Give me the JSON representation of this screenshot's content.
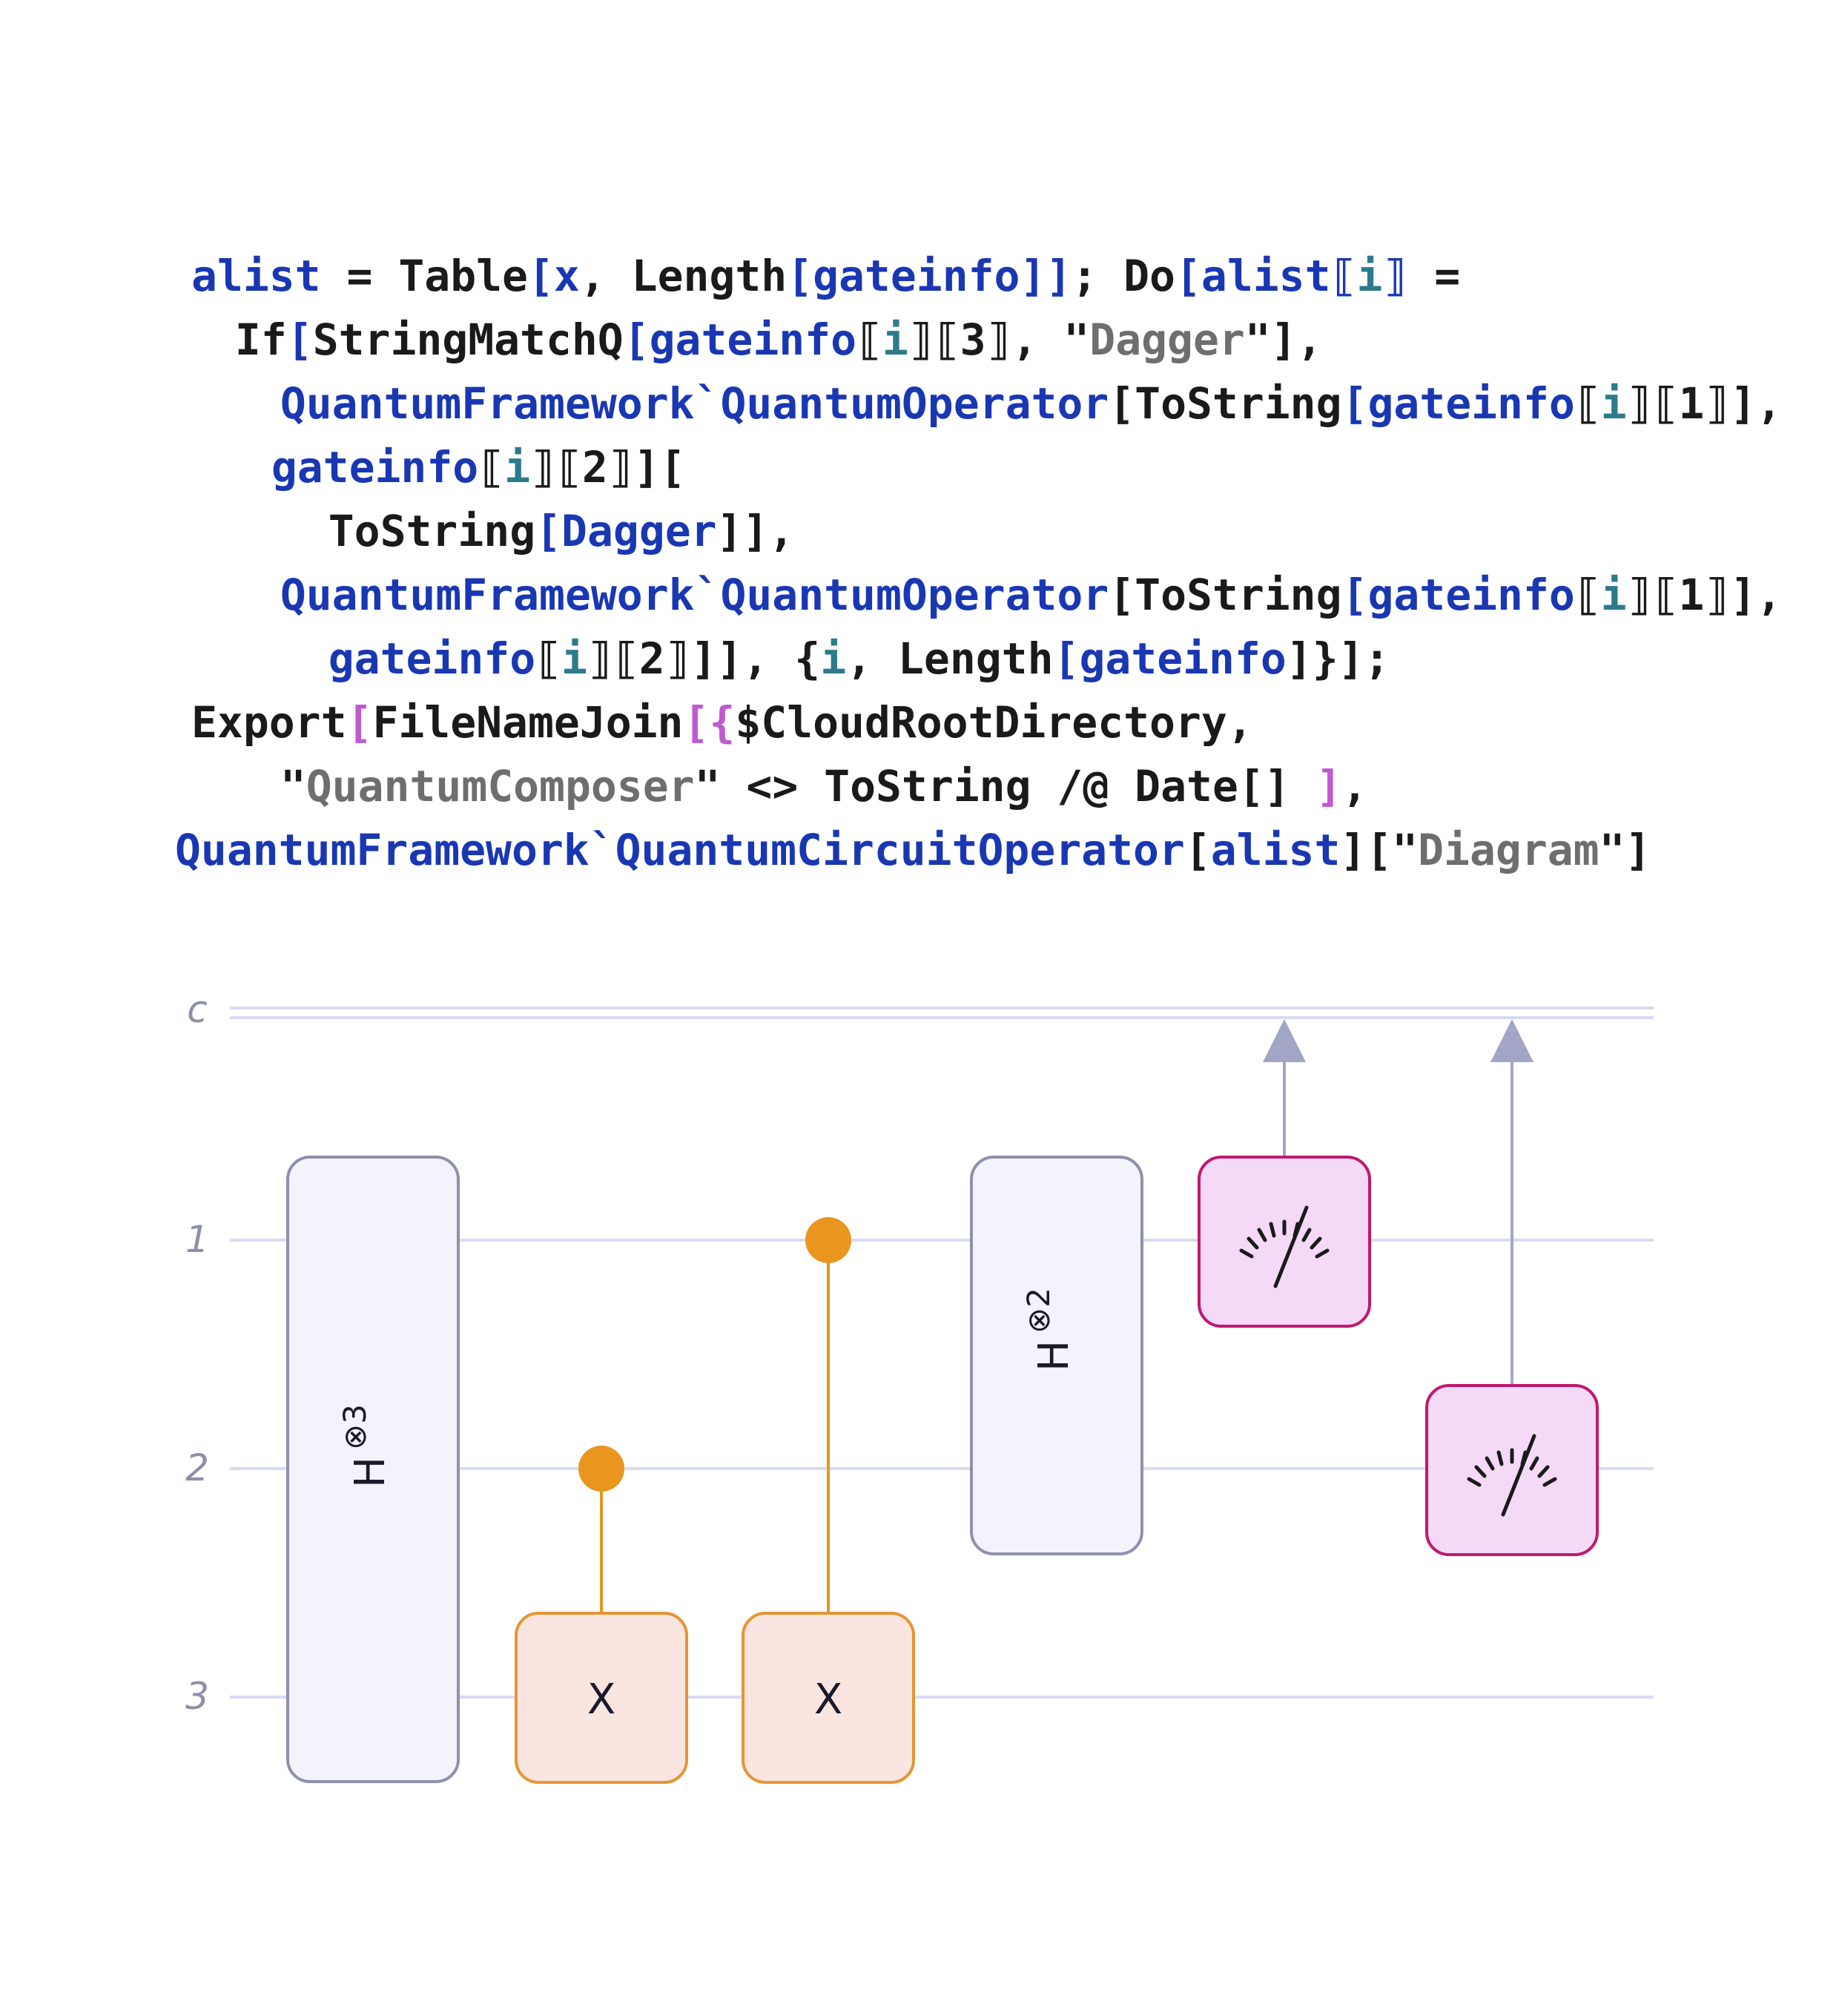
{
  "code": {
    "lines": [
      [
        [
          "b",
          "alist"
        ],
        [
          "k",
          " = Table"
        ],
        [
          "b",
          "["
        ],
        [
          "b",
          "x"
        ],
        [
          "k",
          ", Length"
        ],
        [
          "b",
          "["
        ],
        [
          "b",
          "gateinfo"
        ],
        [
          "b",
          "]]"
        ],
        [
          "k",
          "; Do"
        ],
        [
          "b",
          "["
        ],
        [
          "b",
          "alist"
        ],
        [
          "b",
          "⟦"
        ],
        [
          "t",
          "i"
        ],
        [
          "b",
          "⟧"
        ],
        [
          "k",
          " ="
        ]
      ],
      [
        [
          "k",
          " If"
        ],
        [
          "b",
          "["
        ],
        [
          "k",
          "StringMatchQ"
        ],
        [
          "b",
          "["
        ],
        [
          "b",
          "gateinfo"
        ],
        [
          "k",
          "⟦"
        ],
        [
          "t",
          "i"
        ],
        [
          "k",
          "⟧⟦3⟧, "
        ],
        [
          "k",
          "\""
        ],
        [
          "g",
          "Dagger"
        ],
        [
          "k",
          "\"],"
        ]
      ],
      [
        [
          "b",
          "  QuantumFramework`QuantumOperator"
        ],
        [
          "k",
          "[ToString"
        ],
        [
          "b",
          "["
        ],
        [
          "b",
          "gateinfo"
        ],
        [
          "k",
          "⟦"
        ],
        [
          "t",
          "i"
        ],
        [
          "k",
          "⟧⟦1⟧],"
        ]
      ],
      [
        [
          "b",
          "  gateinfo"
        ],
        [
          "k",
          "⟦"
        ],
        [
          "t",
          "i"
        ],
        [
          "k",
          "⟧⟦2⟧]["
        ]
      ],
      [
        [
          "k",
          "   ToString"
        ],
        [
          "b",
          "["
        ],
        [
          "b",
          "Dagger"
        ],
        [
          "k",
          "]],"
        ]
      ],
      [
        [
          "b",
          "  QuantumFramework`QuantumOperator"
        ],
        [
          "k",
          "[ToString"
        ],
        [
          "b",
          "["
        ],
        [
          "b",
          "gateinfo"
        ],
        [
          "k",
          "⟦"
        ],
        [
          "t",
          "i"
        ],
        [
          "k",
          "⟧⟦1⟧],"
        ]
      ],
      [
        [
          "b",
          "   gateinfo"
        ],
        [
          "k",
          "⟦"
        ],
        [
          "t",
          "i"
        ],
        [
          "k",
          "⟧⟦2⟧]], {"
        ],
        [
          "t",
          "i"
        ],
        [
          "k",
          ", Length"
        ],
        [
          "b",
          "["
        ],
        [
          "b",
          "gateinfo"
        ],
        [
          "k",
          "]}];"
        ]
      ],
      [
        [
          "k",
          "Export"
        ],
        [
          "m",
          "["
        ],
        [
          "k",
          "FileNameJoin"
        ],
        [
          "m",
          "[{"
        ],
        [
          "k",
          "$CloudRootDirectory,"
        ]
      ],
      [
        [
          "k",
          "  \""
        ],
        [
          "g",
          "QuantumComposer"
        ],
        [
          "k",
          "\" <> ToString /@ Date[] "
        ],
        [
          "m",
          "]"
        ],
        [
          "k",
          ","
        ]
      ],
      [
        [
          "b",
          "QuantumFramework`QuantumCircuitOperator"
        ],
        [
          "k",
          "["
        ],
        [
          "b",
          "alist"
        ],
        [
          "k",
          "][\""
        ],
        [
          "g",
          "Diagram"
        ],
        [
          "k",
          "\"]"
        ]
      ]
    ]
  },
  "diagram": {
    "wire_labels": [
      "c",
      "1",
      "2",
      "3"
    ],
    "gates": [
      {
        "kind": "hadamard-block",
        "label": "H",
        "superscript": "⊗3"
      },
      {
        "kind": "controlled-x",
        "label": "X",
        "control_wire": "2",
        "target_wire": "3"
      },
      {
        "kind": "controlled-x",
        "label": "X",
        "control_wire": "1",
        "target_wire": "3"
      },
      {
        "kind": "hadamard-block",
        "label": "H",
        "superscript": "⊗2"
      },
      {
        "kind": "measurement",
        "wire": "1"
      },
      {
        "kind": "measurement",
        "wire": "2"
      }
    ],
    "colors": {
      "wire": "#d9daf5",
      "hadamard_fill": "#f3f3fc",
      "hadamard_stroke": "#8f90ad",
      "x_fill": "#fbe5e1",
      "x_stroke": "#e59533",
      "control": "#e8961e",
      "measure_fill": "#f5daf8",
      "measure_stroke": "#c0196e",
      "classical_arrow": "#a3a5c7"
    }
  }
}
